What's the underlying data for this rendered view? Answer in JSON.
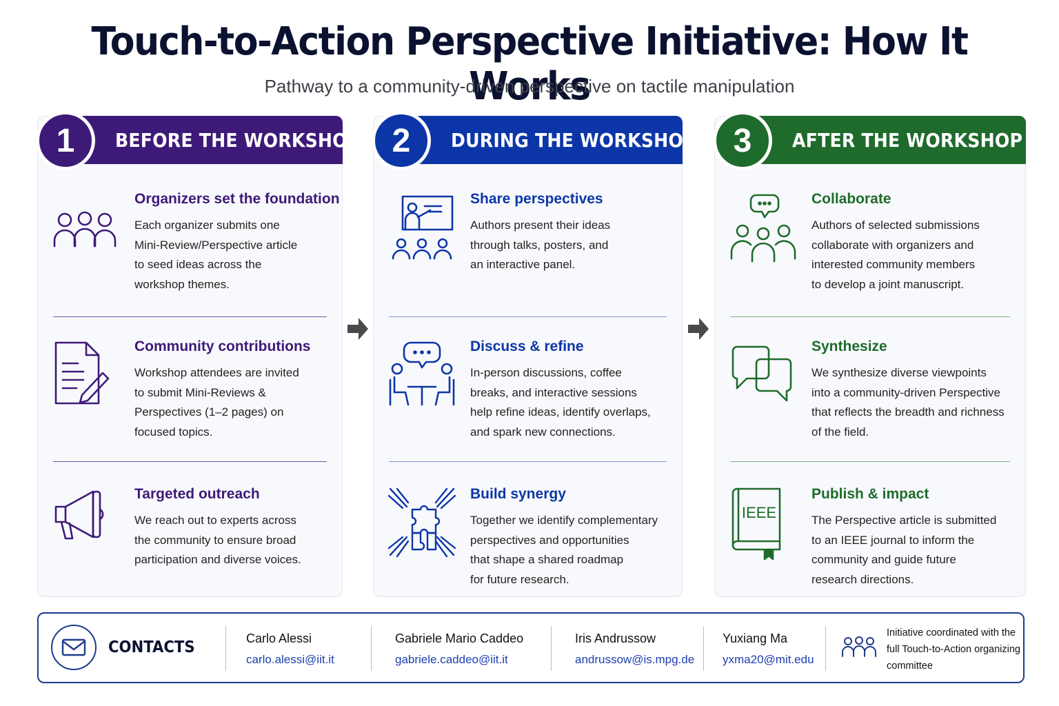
{
  "title": "Touch-to-Action Perspective Initiative: How It Works",
  "subtitle": "Pathway to a community-driven perspective on tactile manipulation",
  "colors": {
    "phase1": "#3e1a78",
    "phase2": "#0c36a8",
    "phase3": "#1f6b2c",
    "contacts_border": "#1e3a8a",
    "arrow": "#4a4a4a"
  },
  "phases": [
    {
      "number": "1",
      "title": "BEFORE THE WORKSHOP",
      "steps": [
        {
          "icon": "group-of-people-icon",
          "heading": "Organizers set the foundation",
          "body": "Each organizer submits one\nMini-Review/Perspective article\nto seed ideas across the\nworkshop themes."
        },
        {
          "icon": "document-with-pen-icon",
          "heading": "Community contributions",
          "body": "Workshop attendees are invited\nto submit Mini-Reviews &\nPerspectives (1–2 pages) on\nfocused topics."
        },
        {
          "icon": "megaphone-icon",
          "heading": "Targeted outreach",
          "body": "We reach out to experts across\nthe community to ensure broad\nparticipation and diverse voices."
        }
      ]
    },
    {
      "number": "2",
      "title": "DURING THE WORKSHOP",
      "steps": [
        {
          "icon": "presenter-with-audience-icon",
          "heading": "Share perspectives",
          "body": "Authors present their ideas\nthrough talks, posters, and\nan interactive panel."
        },
        {
          "icon": "two-people-discussing-icon",
          "heading": "Discuss & refine",
          "body": "In-person discussions, coffee\nbreaks, and interactive sessions\nhelp refine ideas, identify overlaps,\nand spark new connections."
        },
        {
          "icon": "hands-with-puzzle-pieces-icon",
          "heading": "Build synergy",
          "body": "Together we identify complementary\nperspectives and opportunities\nthat shape a shared roadmap\nfor future research."
        }
      ]
    },
    {
      "number": "3",
      "title": "AFTER THE WORKSHOP",
      "steps": [
        {
          "icon": "collaborating-group-icon",
          "heading": "Collaborate",
          "body": "Authors of selected submissions\ncollaborate with organizers and\ninterested community members\nto develop a joint manuscript."
        },
        {
          "icon": "overlapping-speech-bubbles-icon",
          "heading": "Synthesize",
          "body": "We synthesize diverse viewpoints\ninto a community-driven Perspective\nthat reflects the breadth and richness\nof the field."
        },
        {
          "icon": "ieee-book-icon",
          "heading": "Publish & impact",
          "body": "The Perspective article is submitted\nto an IEEE journal to inform the\ncommunity and guide future\nresearch directions."
        }
      ]
    }
  ],
  "book_label": "IEEE",
  "contacts": {
    "label": "CONTACTS",
    "people": [
      {
        "name": "Carlo Alessi",
        "email": "carlo.alessi@iit.it"
      },
      {
        "name": "Gabriele Mario Caddeo",
        "email": "gabriele.caddeo@iit.it"
      },
      {
        "name": "Iris Andrussow",
        "email": "andrussow@is.mpg.de"
      },
      {
        "name": "Yuxiang Ma",
        "email": "yxma20@mit.edu"
      }
    ],
    "coordination_note": "Initiative coordinated with the full Touch-to-Action organizing committee"
  }
}
